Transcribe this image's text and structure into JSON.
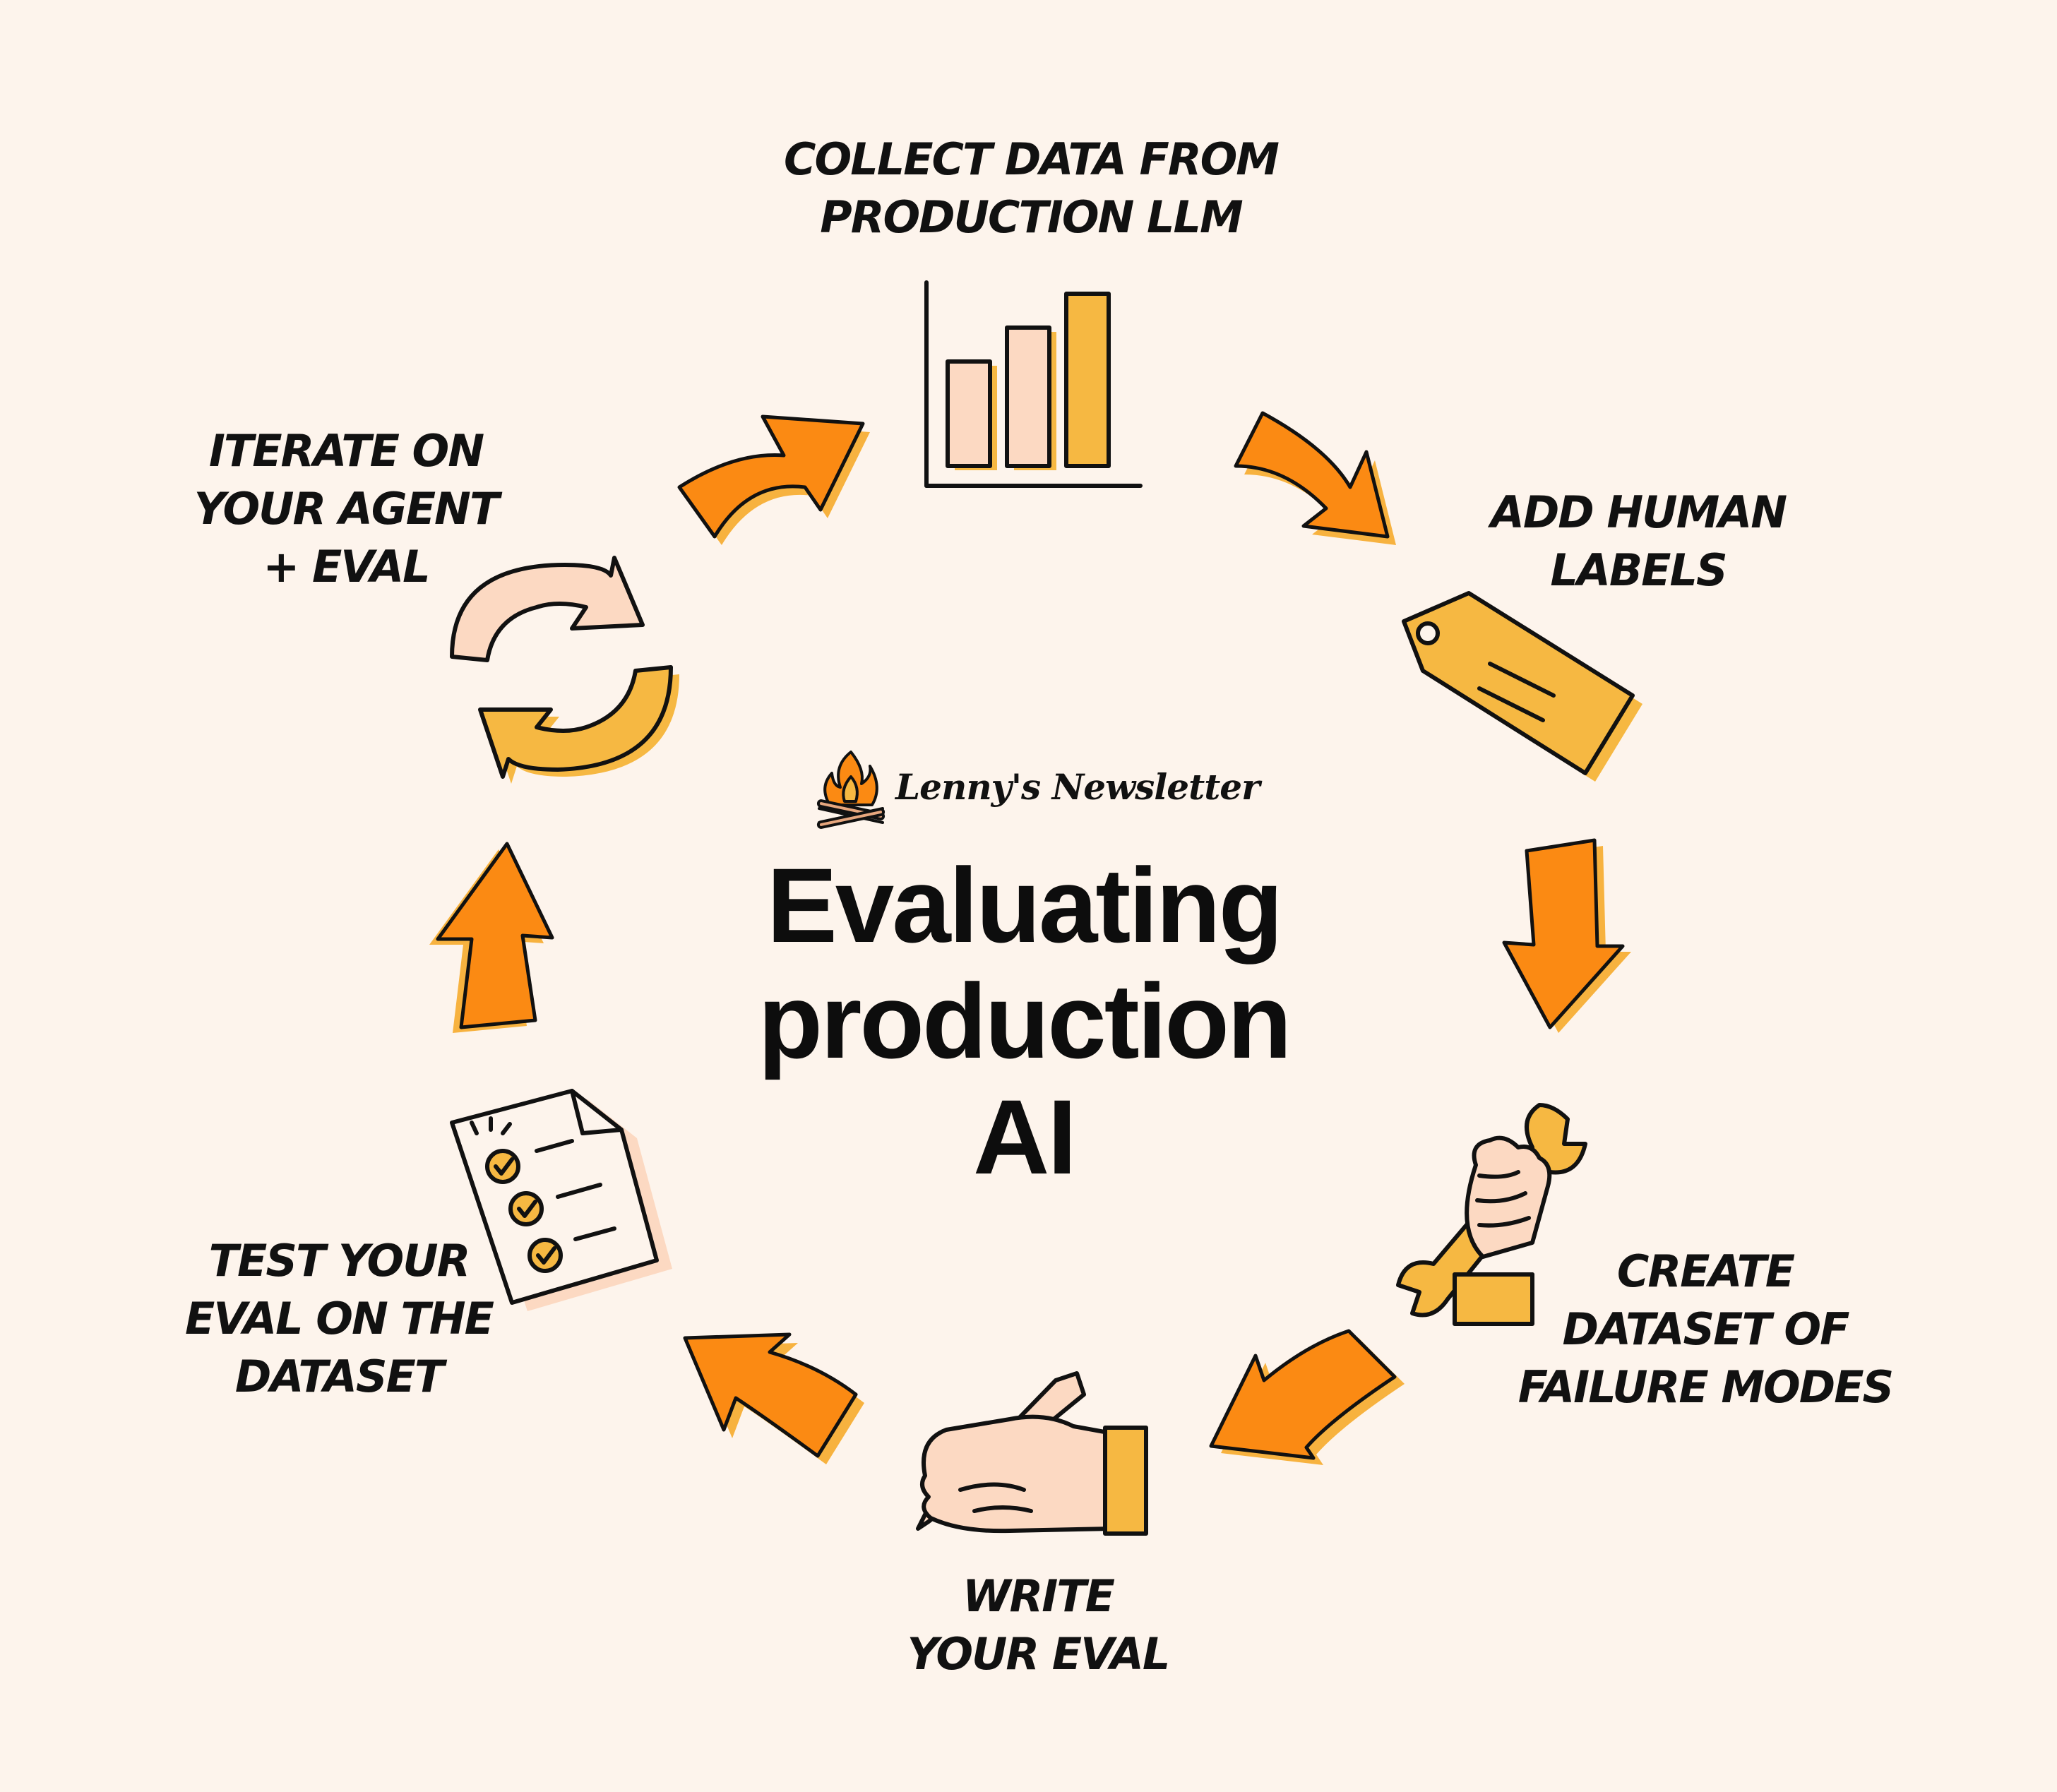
{
  "title_lines": [
    "Evaluating",
    "production",
    "AI"
  ],
  "brand": {
    "name": "Lenny's Newsletter",
    "icon": "campfire-icon"
  },
  "steps": [
    {
      "id": "collect",
      "lines": [
        "COLLECT DATA FROM",
        "PRODUCTION LLM"
      ],
      "icon": "bar-chart-icon"
    },
    {
      "id": "labels",
      "lines": [
        "ADD HUMAN",
        "LABELS"
      ],
      "icon": "tag-icon"
    },
    {
      "id": "dataset",
      "lines": [
        "CREATE",
        "DATASET OF",
        "FAILURE MODES"
      ],
      "icon": "wrench-in-hand-icon"
    },
    {
      "id": "write",
      "lines": [
        "WRITE",
        "YOUR EVAL"
      ],
      "icon": "hand-writing-icon"
    },
    {
      "id": "test",
      "lines": [
        "TEST YOUR",
        "EVAL ON THE",
        "DATASET"
      ],
      "icon": "checklist-icon"
    },
    {
      "id": "iterate",
      "lines": [
        "ITERATE ON",
        "YOUR AGENT",
        "+ EVAL"
      ],
      "icon": "refresh-cycle-icon"
    }
  ],
  "colors": {
    "background": "#fdf4ec",
    "arrow_orange": "#fb8a13",
    "arrow_shadow": "#f7b23f",
    "icon_yellow": "#f6b842",
    "icon_peach": "#fcd9c2",
    "ink": "#111111"
  }
}
